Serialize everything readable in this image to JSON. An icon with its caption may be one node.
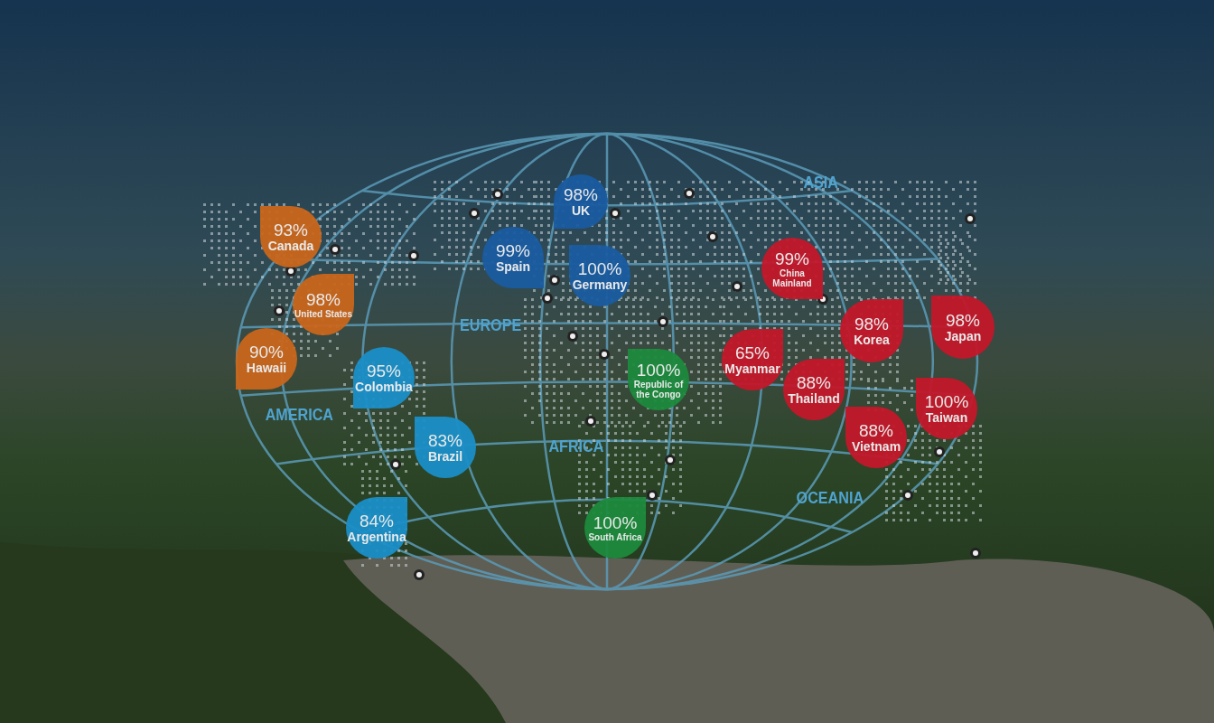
{
  "diagram": {
    "nodes": [
      {
        "text": [
          "93%",
          "Canada"
        ]
      },
      {
        "text": [
          "98%",
          "United States"
        ]
      },
      {
        "text": [
          "90%",
          "Hawaii"
        ]
      },
      {
        "text": [
          "95%",
          "Colombia"
        ]
      },
      {
        "text": [
          "83%",
          "Brazil"
        ]
      },
      {
        "text": [
          "84%",
          "Argentina"
        ]
      },
      {
        "text": [
          "98%",
          "UK"
        ]
      },
      {
        "text": [
          "99%",
          "Spain"
        ]
      },
      {
        "text": [
          "100%",
          "Germany"
        ]
      },
      {
        "text": [
          "100%",
          "Republic of the Congo"
        ]
      },
      {
        "text": [
          "100%",
          "South Africa"
        ]
      },
      {
        "text": [
          "99%",
          "China Mainland"
        ]
      },
      {
        "text": [
          "98%",
          "Korea"
        ]
      },
      {
        "text": [
          "98%",
          "Japan"
        ]
      },
      {
        "text": [
          "65%",
          "Myanmar"
        ]
      },
      {
        "text": [
          "88%",
          "Thailand"
        ]
      },
      {
        "text": [
          "100%",
          "Taiwan"
        ]
      },
      {
        "text": [
          "88%",
          "Vietnam"
        ]
      }
    ],
    "labels": [
      "ASIA",
      "EUROPE",
      "AMERICA",
      "AFRICA",
      "OCEANIA"
    ]
  }
}
